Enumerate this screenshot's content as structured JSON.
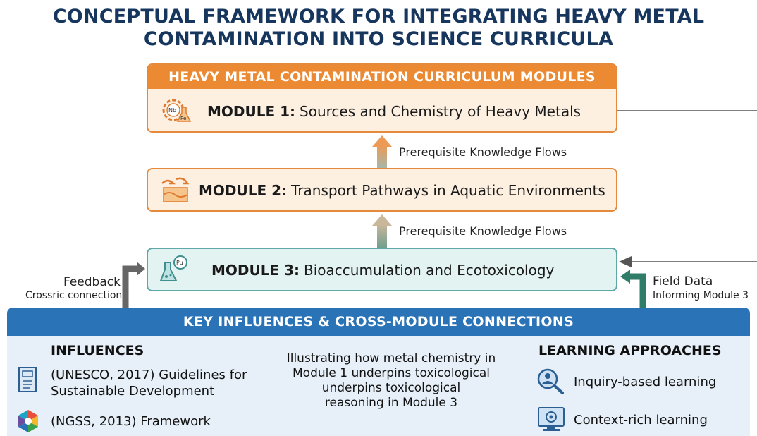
{
  "title": {
    "line1": "CONCEPTUAL FRAMEWORK FOR INTEGRATING HEAVY METAL",
    "line2": "CONTAMINATION INTO SCIENCE CURRICULA"
  },
  "modules_panel": {
    "header": "HEAVY METAL CONTAMINATION CURRICULUM MODULES"
  },
  "modules": [
    {
      "label": "MODULE 1:",
      "name": "Sources and Chemistry of Heavy Metals",
      "icon": "gear-flask-icon",
      "icon_text_1": "Nb",
      "icon_text_2": "Pe"
    },
    {
      "label": "MODULE 2:",
      "name": "Transport Pathways in Aquatic Environments",
      "icon": "water-flow-icon"
    },
    {
      "label": "MODULE 3:",
      "name": "Bioaccumulation and Ecotoxicology",
      "icon": "flask-magnifier-icon",
      "icon_text": "Pu"
    }
  ],
  "flows": {
    "flow1": "Prerequisite Knowledge Flows",
    "flow2": "Prerequisite Knowledge Flows"
  },
  "side": {
    "feedback": "Feedback",
    "feedback_sub": "Crossric connection",
    "field_data": "Field Data",
    "field_data_sub": "Informing Module 3"
  },
  "bottom": {
    "header": "KEY INFLUENCES & CROSS-MODULE CONNECTIONS",
    "influences_title": "INFLUENCES",
    "influences": [
      {
        "text_line1": "(UNESCO, 2017) Guidelines for",
        "text_line2": "Sustainable Development",
        "icon": "document-icon"
      },
      {
        "text_line1": "(NGSS, 2013) Framework",
        "icon": "ngss-logo-icon"
      }
    ],
    "center_lines": [
      "Illustrating how metal chemistry in",
      "Module 1 underpins toxicological",
      "underpins toxicological",
      "reasoning in Module 3"
    ],
    "approaches_title": "LEARNING APPROACHES",
    "approaches": [
      {
        "text": "Inquiry-based learning",
        "icon": "person-search-icon"
      },
      {
        "text": "Context-rich learning",
        "icon": "monitor-cycle-icon"
      }
    ]
  },
  "colors": {
    "orange": "#ec8a33",
    "teal": "#5ea8a7",
    "blue": "#2b73b7",
    "navy": "#17365d"
  }
}
